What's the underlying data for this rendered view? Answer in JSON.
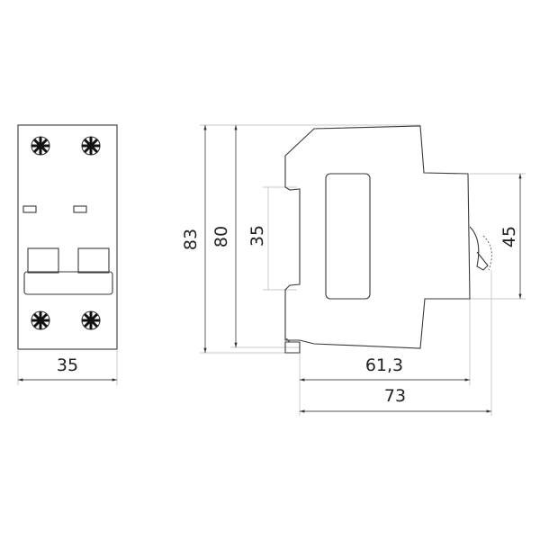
{
  "drawing": {
    "front_view": {
      "width_label": "35"
    },
    "side_view": {
      "height_total_label": "83",
      "height_body_label": "80",
      "din_rail_label": "35",
      "front_face_label": "45",
      "depth_body_label": "61,3",
      "depth_total_label": "73"
    }
  }
}
